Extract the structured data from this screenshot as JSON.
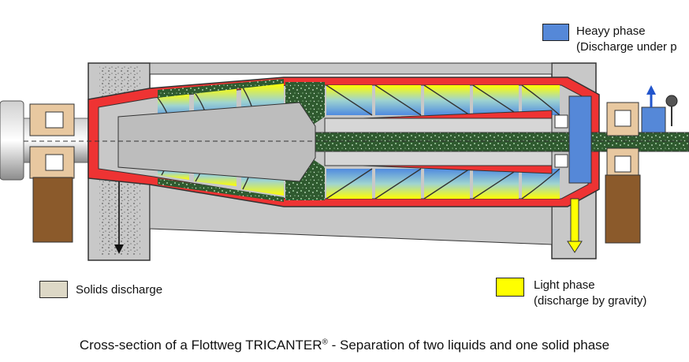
{
  "legend": {
    "heavy": {
      "line1": "Heayy phase",
      "line2": "(Discharge under p",
      "color": "#5588d8"
    },
    "solids": {
      "line1": "Solids discharge",
      "color": "#ddd8c6"
    },
    "light": {
      "line1": "Light phase",
      "line2": "(discharge by gravity)",
      "color": "#ffff00"
    }
  },
  "caption": {
    "pre": "Cross-section of a Flottweg TRICANTER",
    "mark": "®",
    "post": " - Separation of two liquids and one solid phase"
  },
  "colors": {
    "housing": "#c8c8c8",
    "bowl_wall": "#ee3333",
    "solids_green": "#4a7a4a",
    "heavy_blue": "#5588d8",
    "light_yellow": "#ffff00",
    "bearing_brown": "#8b5a2b",
    "bearing_tan": "#e8c8a0"
  }
}
